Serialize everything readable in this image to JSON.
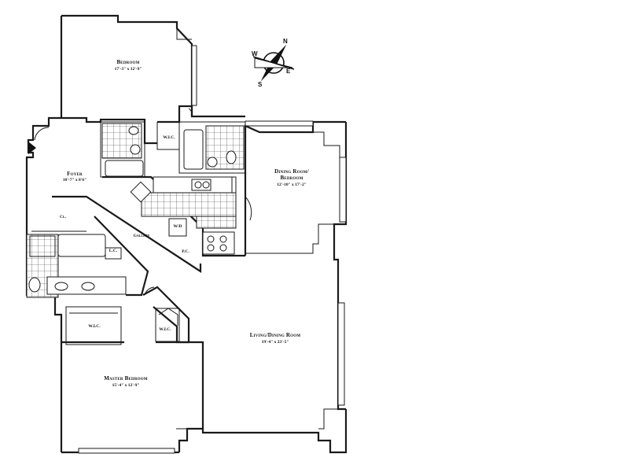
{
  "rooms": {
    "bedroom": {
      "name": "Bedroom",
      "dims": "17'-3\" x 12'-9\""
    },
    "foyer": {
      "name": "Foyer",
      "dims": "10'-7\" x 8'6\""
    },
    "dining": {
      "name1": "Dining Room/",
      "name2": "Bedroom",
      "dims": "12'-10\" x 17'-2\""
    },
    "living": {
      "name": "Living/Dining Room",
      "dims": "19'-4\" x 23'-5\""
    },
    "master": {
      "name": "Master Bedroom",
      "dims": "15'-4\" x 12'-9\""
    }
  },
  "small_labels": {
    "wic_top": "W.I.C.",
    "wic_left": "W.I.C.",
    "wic_right": "W.I.C.",
    "closet": "Cl.",
    "gallery": "Gallery",
    "wd": "W/D",
    "pc": "P.C.",
    "lc": "L.C."
  },
  "compass": {
    "n": "N",
    "e": "E",
    "s": "S",
    "w": "W"
  },
  "colors": {
    "ink": "#1a1a1a",
    "paper": "#ffffff"
  }
}
